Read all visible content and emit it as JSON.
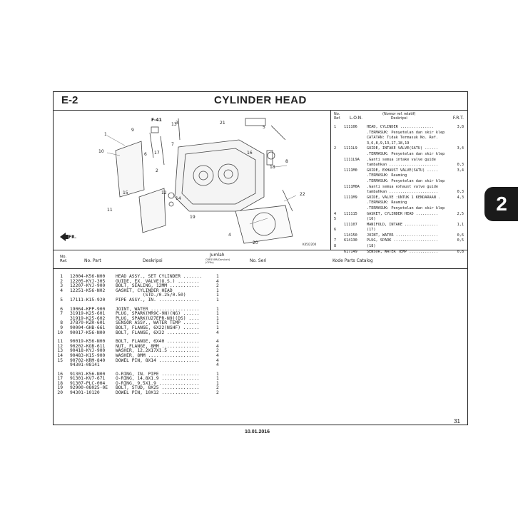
{
  "page": {
    "section_code": "E-2",
    "title": "CYLINDER HEAD",
    "tab_number": "2",
    "page_number": "31",
    "date": "10.01.2016",
    "diagram_code": "K45/2200"
  },
  "diagram_labels": [
    "1",
    "2",
    "3",
    "4",
    "5",
    "6",
    "7",
    "8",
    "9",
    "10",
    "11",
    "12",
    "13",
    "14",
    "15",
    "16",
    "17",
    "18",
    "19",
    "20",
    "21",
    "22",
    "F-41",
    "FR."
  ],
  "ref_table": {
    "headers": {
      "no": "No.\nRef.",
      "lon": "L.O.N.",
      "desc": "(Nomor ref. relatif)\nDeskripsi",
      "frt": "F.R.T."
    },
    "rows": [
      {
        "no": "1",
        "lon": "111106",
        "desc": "HEAD, CYLINDER ...............",
        "frt": "3,8"
      },
      {
        "no": "",
        "lon": "",
        "desc": ".TERMASUK: Penyetelan dan skir klep",
        "frt": ""
      },
      {
        "no": "",
        "lon": "",
        "desc": "CATATAN: Tidak Termasuk No. Ref.",
        "frt": ""
      },
      {
        "no": "",
        "lon": "",
        "desc": "3,6,8,9,13,17,18,19",
        "frt": ""
      },
      {
        "no": "2",
        "lon": "1111L9",
        "desc": "GUIDE, INTAKE VALVE(SATU) ......",
        "frt": "3,4"
      },
      {
        "no": "",
        "lon": "",
        "desc": ".TERMASUK: Penyetelan dan skir klep",
        "frt": ""
      },
      {
        "no": "",
        "lon": "1111L9A",
        "desc": ".Ganti semua intake valve guide",
        "frt": ""
      },
      {
        "no": "",
        "lon": "",
        "desc": "tambahkan ......................",
        "frt": "0,3"
      },
      {
        "no": "",
        "lon": "1111M0",
        "desc": "GUIDE, EXHAUST VALVE(SATU) .....",
        "frt": "3,4"
      },
      {
        "no": "",
        "lon": "",
        "desc": ".TERMASUK: Reaming",
        "frt": ""
      },
      {
        "no": "",
        "lon": "",
        "desc": ".TERMASUK: Penyetelan dan skir klep",
        "frt": ""
      },
      {
        "no": "",
        "lon": "1111M0A",
        "desc": ".Ganti semua exhaust valve guide",
        "frt": ""
      },
      {
        "no": "",
        "lon": "",
        "desc": "tambahkan ......................",
        "frt": "0,3"
      },
      {
        "no": "",
        "lon": "1111M9",
        "desc": "GUIDE, VALVE :UNTUK 1 KENDARAAN .",
        "frt": "4,3"
      },
      {
        "no": "",
        "lon": "",
        "desc": ".TERMASUK: Reaming",
        "frt": ""
      },
      {
        "no": "",
        "lon": "",
        "desc": ".TERMASUK: Penyetelan dan skir klep",
        "frt": ""
      },
      {
        "no": "4",
        "lon": "111115",
        "desc": "GASKET, CYLINDER HEAD ..........",
        "frt": "2,5"
      },
      {
        "no": "5",
        "lon": "",
        "desc": "(16)",
        "frt": ""
      },
      {
        "no": "",
        "lon": "111107",
        "desc": "MANIFOLD, INTAKE ...............",
        "frt": "1,1"
      },
      {
        "no": "6",
        "lon": "",
        "desc": "(17)",
        "frt": ""
      },
      {
        "no": "",
        "lon": "114150",
        "desc": "JOINT, WATER ...................",
        "frt": "0,6"
      },
      {
        "no": "7",
        "lon": "614130",
        "desc": "PLUG, SPARK ....................",
        "frt": "0,5"
      },
      {
        "no": "8",
        "lon": "",
        "desc": "(18)",
        "frt": ""
      },
      {
        "no": "",
        "lon": "617149",
        "desc": "SENSOR, WATER TEMP .............",
        "frt": "0,8"
      }
    ]
  },
  "parts_table": {
    "headers": {
      "no": "No.\nRef.",
      "part": "No. Part",
      "desc": "Deskripsi",
      "qty": "Jumlah",
      "qty_sub": "CBR150R(Cam/sch)\n(CYKu)",
      "serial": "No. Seri",
      "catalog": "Kode Parts Catalog"
    },
    "groups": [
      [
        {
          "no": "1",
          "part": "12004-K56-N00",
          "desc": "HEAD ASSY., SET CYLINDER .......",
          "qty": "1"
        },
        {
          "no": "2",
          "part": "12205-KYJ-305",
          "desc": "GUIDE, EX. VALVE(O.S.) ........",
          "qty": "4"
        },
        {
          "no": "3",
          "part": "12207-KYJ-900",
          "desc": "BOLT, SEALING, 12MM ...........",
          "qty": "2"
        },
        {
          "no": "4",
          "part": "12251-K56-N02",
          "desc": "GASKET, CYLINDER HEAD",
          "qty": "1"
        },
        {
          "no": "",
          "part": "",
          "desc": "          (STD./0.25/0.50)",
          "qty": "1"
        },
        {
          "no": "5",
          "part": "17111-K15-920",
          "desc": "PIPE ASSY., IN. ...............",
          "qty": "1"
        }
      ],
      [
        {
          "no": "6",
          "part": "19064-KPP-900",
          "desc": "JOINT, WATER ..................",
          "qty": "1"
        },
        {
          "no": "7",
          "part": "31919-K25-601",
          "desc": "PLUG, SPARK(MR9C-9N)(NG) ......",
          "qty": "1"
        },
        {
          "no": "",
          "part": "31919-K25-602",
          "desc": "PLUG, SPARK(U27EPR-N9)(DS) ....",
          "qty": "1"
        },
        {
          "no": "8",
          "part": "37870-KZR-601",
          "desc": "SENSOR ASSY., WATER TEMP ......",
          "qty": "1"
        },
        {
          "no": "9",
          "part": "90004-GHB-661",
          "desc": "BOLT, FLANGE, 6X22(NSHF) ......",
          "qty": "1"
        },
        {
          "no": "10",
          "part": "90017-K56-N00",
          "desc": "BOLT, FLANGE, 6X32 ............",
          "qty": "4"
        }
      ],
      [
        {
          "no": "11",
          "part": "90019-K56-N00",
          "desc": "BOLT, FLANGE, 6X40 ............",
          "qty": "4"
        },
        {
          "no": "12",
          "part": "90202-KGB-611",
          "desc": "NUT, FLANGE, 8MM ..............",
          "qty": "4"
        },
        {
          "no": "13",
          "part": "90418-KYJ-900",
          "desc": "WASHER, 12.2X17X1.5 ...........",
          "qty": "2"
        },
        {
          "no": "14",
          "part": "90483-K15-900",
          "desc": "WASHER, 8MM ...................",
          "qty": "4"
        },
        {
          "no": "15",
          "part": "90702-KRM-840",
          "desc": "DOWEL PIN, 8X14 ...............",
          "qty": "4"
        },
        {
          "no": "",
          "part": "94301-08141",
          "desc": "",
          "qty": "4"
        }
      ],
      [
        {
          "no": "16",
          "part": "91301-K56-N00",
          "desc": "O-RING, IN. PIPE ..............",
          "qty": "1"
        },
        {
          "no": "17",
          "part": "91301-KV7-671",
          "desc": "O-RING, 14.8X1.9 ..............",
          "qty": "1"
        },
        {
          "no": "18",
          "part": "91307-PLC-004",
          "desc": "O-RING, 9.5X1.9 ...............",
          "qty": "1"
        },
        {
          "no": "19",
          "part": "92900-08025-0E",
          "desc": "BOLT, STUD, 8X25 ..............",
          "qty": "2"
        },
        {
          "no": "20",
          "part": "94301-10120",
          "desc": "DOWEL PIN, 10X12 ..............",
          "qty": "2"
        }
      ]
    ]
  },
  "colors": {
    "line": "#333333",
    "tab_bg": "#1a1a1a",
    "tab_fg": "#ffffff"
  }
}
